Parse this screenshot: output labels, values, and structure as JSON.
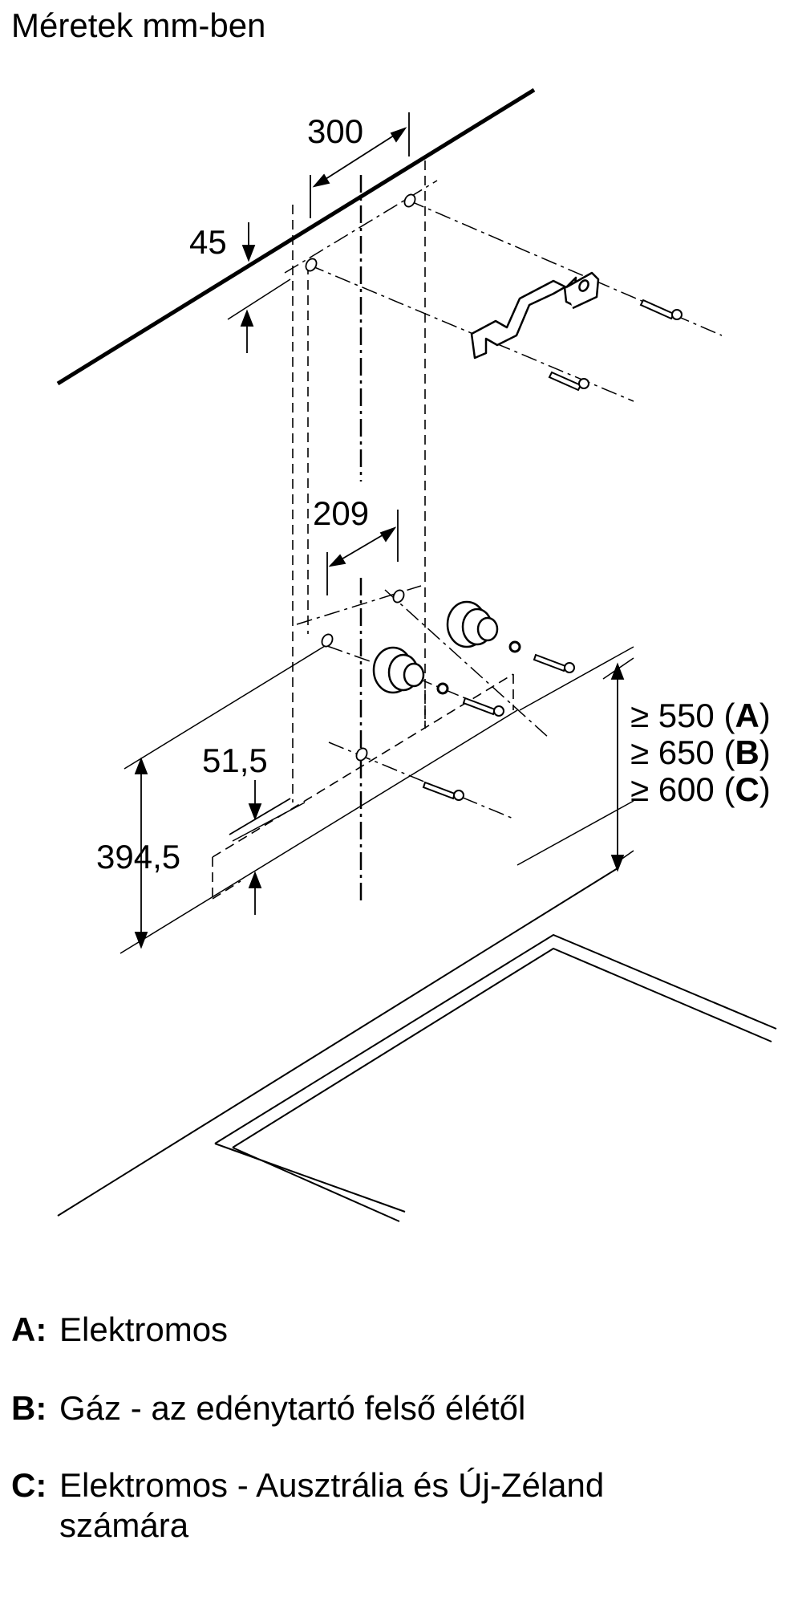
{
  "header": {
    "title": "Méretek mm-ben"
  },
  "dimensions": {
    "d300": "300",
    "d45": "45",
    "d209": "209",
    "d51_5": "51,5",
    "d394_5": "394,5",
    "h_a": {
      "prefix": "≥ 550 (",
      "key": "A",
      "suffix": ")"
    },
    "h_b": {
      "prefix": "≥ 650 (",
      "key": "B",
      "suffix": ")"
    },
    "h_c": {
      "prefix": "≥ 600 (",
      "key": "C",
      "suffix": ")"
    }
  },
  "legend": {
    "a": {
      "key": "A:",
      "text": "Elektromos"
    },
    "b": {
      "key": "B:",
      "text": "Gáz - az edénytartó felső élétől"
    },
    "c": {
      "key": "C:",
      "text": "Elektromos - Ausztrália és Új-Zéland számára"
    }
  },
  "colors": {
    "ink": "#000000",
    "background": "#ffffff"
  }
}
